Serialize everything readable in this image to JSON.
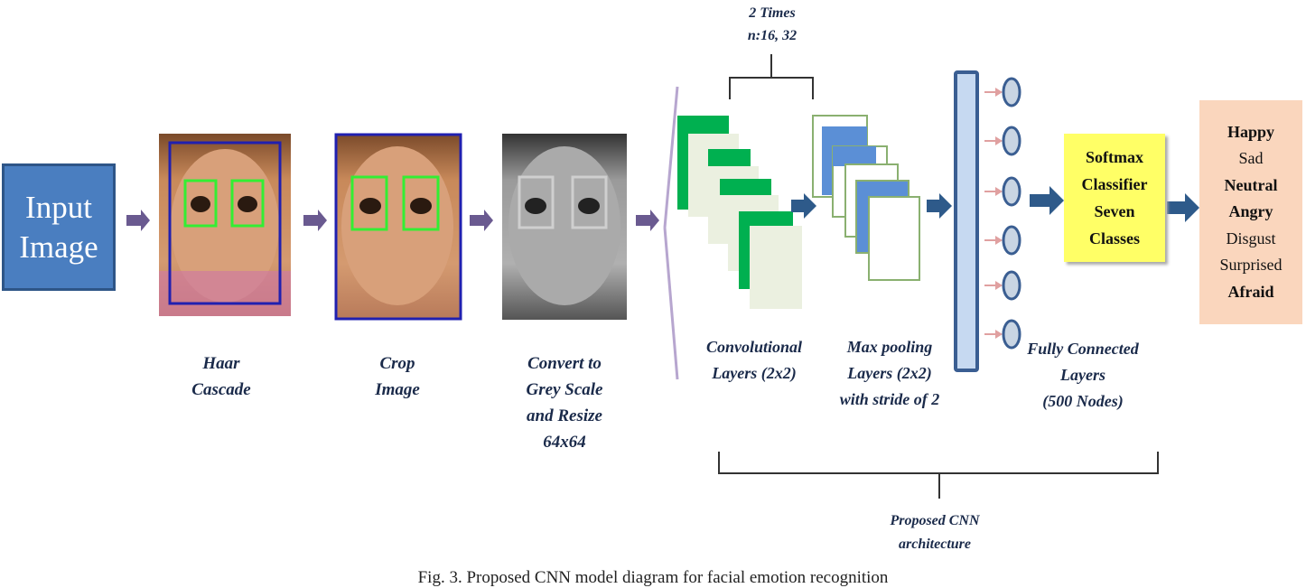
{
  "input_box": {
    "line1": "Input",
    "line2": "Image"
  },
  "steps": {
    "haar": {
      "line1": "Haar",
      "line2": "Cascade"
    },
    "crop": {
      "line1": "Crop",
      "line2": "Image"
    },
    "grey": {
      "line1": "Convert to",
      "line2": "Grey Scale",
      "line3": "and Resize",
      "line4": "64x64"
    }
  },
  "top_note": {
    "line1": "2 Times",
    "line2": "n:16, 32"
  },
  "conv_label": {
    "line1": "Convolutional",
    "line2": "Layers (2x2)"
  },
  "pool_label": {
    "line1": "Max pooling",
    "line2": "Layers (2x2)",
    "line3": "with stride of 2"
  },
  "fc_label": {
    "line1": "Fully Connected",
    "line2": "Layers",
    "line3": "(500 Nodes)"
  },
  "softmax": {
    "line1": "Softmax",
    "line2": "Classifier",
    "line3": "Seven",
    "line4": "Classes"
  },
  "emotions": [
    "Happy",
    "Sad",
    "Neutral",
    "Angry",
    "Disgust",
    "Surprised",
    "Afraid"
  ],
  "bottom_note": {
    "line1": "Proposed CNN",
    "line2": "architecture"
  },
  "caption": "Fig. 3. Proposed CNN model diagram for facial emotion recognition",
  "colors": {
    "input_fill": "#4a7ec0",
    "arrow_purple": "#6a5a90",
    "arrow_blue": "#2e5a8a",
    "conv_green": "#00b050",
    "pool_blue": "#5b8fd6",
    "fc_fill": "#c6d9f1",
    "node_fill": "#c9d5e3",
    "softmax_fill": "#ffff66",
    "emotion_fill": "#fad6bd",
    "face_box_green": "#33ee33",
    "face_box_blue": "#2020b0"
  }
}
